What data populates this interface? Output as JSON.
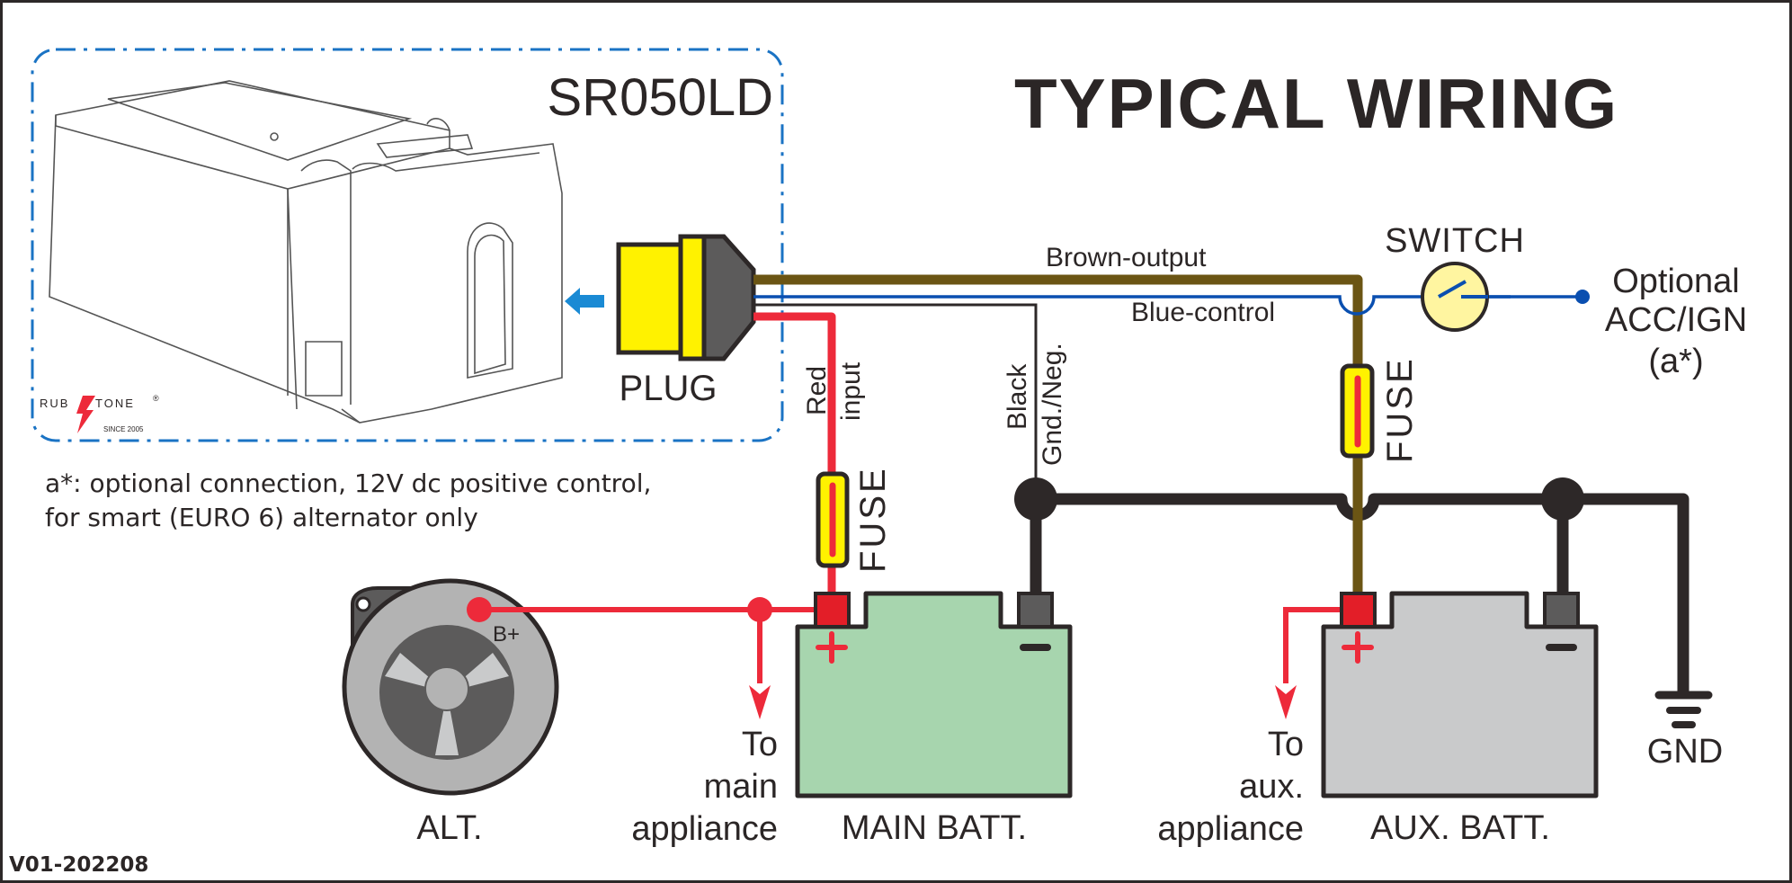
{
  "title": "TYPICAL WIRING",
  "product": {
    "model": "SR050LD",
    "brand": "RUBYTONE",
    "brand_left": "RUB",
    "brand_right": "TONE",
    "registered": "®",
    "since": "SINCE 2005"
  },
  "plug": {
    "label": "PLUG"
  },
  "wires": {
    "brown": "Brown-output",
    "blue": "Blue-control",
    "red_line1": "Red",
    "red_line2": "input",
    "black_line1": "Black",
    "black_line2": "Gnd./Neg."
  },
  "fuses": {
    "main_label": "FUSE",
    "aux_label": "FUSE"
  },
  "switch": {
    "label": "SWITCH"
  },
  "optional": {
    "line1": "Optional",
    "line2": "ACC/IGN",
    "line3": "(a*)"
  },
  "note": {
    "line1": "a*: optional connection, 12V dc positive control,",
    "line2": "for smart (EURO 6) alternator only"
  },
  "alternator": {
    "label": "ALT.",
    "terminal": "B+"
  },
  "main_battery": {
    "label": "MAIN BATT.",
    "plus": "+",
    "minus": "−"
  },
  "aux_battery": {
    "label": "AUX. BATT.",
    "plus": "+",
    "minus": "−"
  },
  "main_appliance": {
    "line1": "To",
    "line2": "main",
    "line3": "appliance"
  },
  "aux_appliance": {
    "line1": "To",
    "line2": "aux.",
    "line3": "appliance"
  },
  "ground": {
    "label": "GND"
  },
  "version": "V01-202208",
  "colors": {
    "brown": "#6b5514",
    "blue": "#0a4fb0",
    "red": "#ed2a3a",
    "black": "#2d2828",
    "fuse_yellow": "#fff200",
    "main_batt": "#a7d5ae",
    "aux_batt": "#c9cacb",
    "frame_blue": "#1a73c4"
  }
}
